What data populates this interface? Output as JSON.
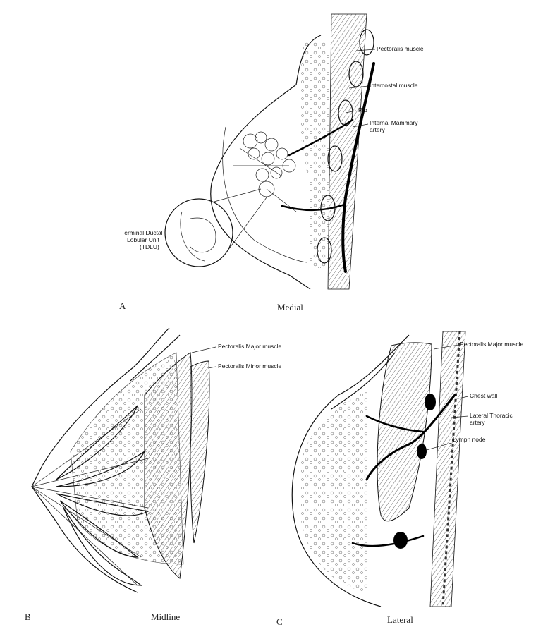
{
  "panels": {
    "a": {
      "letter": "A",
      "caption": "Medial",
      "labels": {
        "pectoralis": "Pectoralis muscle",
        "intercostal": "Intercostal muscle",
        "rib": "Rib",
        "mammary_1": "Internal Mammary",
        "mammary_2": "artery",
        "tdlu_1": "Terminal Ductal",
        "tdlu_2": "Lobular Unit",
        "tdlu_3": "(TDLU)"
      }
    },
    "b": {
      "letter": "B",
      "caption": "Midline",
      "labels": {
        "major": "Pectoralis Major muscle",
        "minor": "Pectoralis Minor muscle"
      }
    },
    "c": {
      "letter": "C",
      "caption": "Lateral",
      "labels": {
        "major": "Pectoralis Major muscle",
        "chest": "Chest wall",
        "thoracic_1": "Lateral Thoracic",
        "thoracic_2": "artery",
        "lymph": "Lymph node"
      }
    }
  }
}
